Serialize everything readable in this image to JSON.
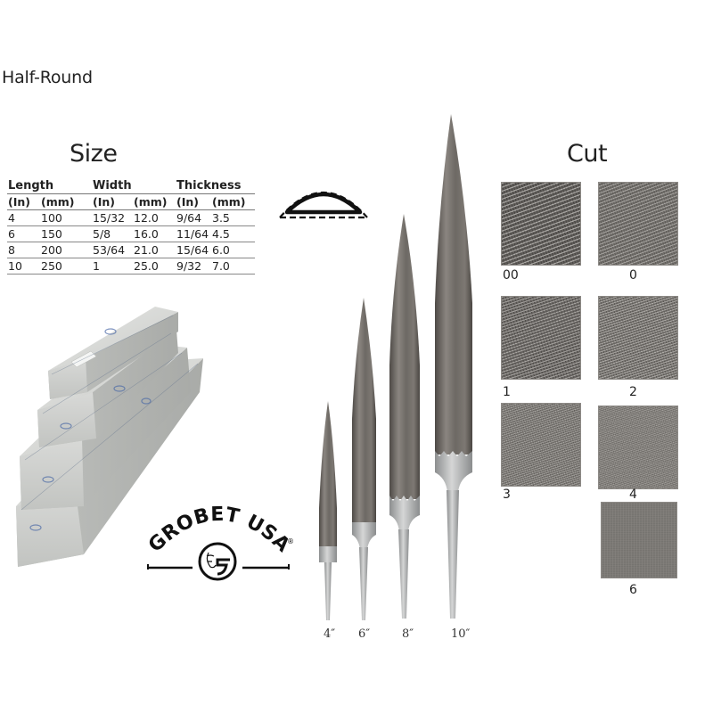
{
  "page": {
    "title": "Half-Round"
  },
  "size_section": {
    "heading": "Size",
    "table": {
      "groups": [
        "Length",
        "Width",
        "Thickness"
      ],
      "units": [
        "(In)",
        "(mm)",
        "(In)",
        "(mm)",
        "(In)",
        "(mm)"
      ],
      "rows": [
        [
          "4",
          "100",
          "15/32",
          "12.0",
          "9/64",
          "3.5"
        ],
        [
          "6",
          "150",
          "5/8",
          "16.0",
          "11/64",
          "4.5"
        ],
        [
          "8",
          "200",
          "53/64",
          "21.0",
          "15/64",
          "6.0"
        ],
        [
          "10",
          "250",
          "1",
          "25.0",
          "9/32",
          "7.0"
        ]
      ]
    }
  },
  "profile_icon": "half-round-profile-icon",
  "product_image": {
    "boxes": "grobet-file-boxes",
    "files": [
      {
        "label": "4″"
      },
      {
        "label": "6″"
      },
      {
        "label": "8″"
      },
      {
        "label": "10″"
      }
    ]
  },
  "logo": {
    "text": "GROBET USA",
    "registered": "®",
    "monogram": "G"
  },
  "cut_section": {
    "heading": "Cut",
    "swatches": [
      {
        "label": "00",
        "color": "#605d5a"
      },
      {
        "label": "0",
        "color": "#74716d"
      },
      {
        "label": "1",
        "color": "#6a6764"
      },
      {
        "label": "2",
        "color": "#75726e"
      },
      {
        "label": "3",
        "color": "#7a7773"
      },
      {
        "label": "4",
        "color": "#7e7b77"
      },
      {
        "label": "6",
        "color": "#7d7a76"
      }
    ]
  }
}
